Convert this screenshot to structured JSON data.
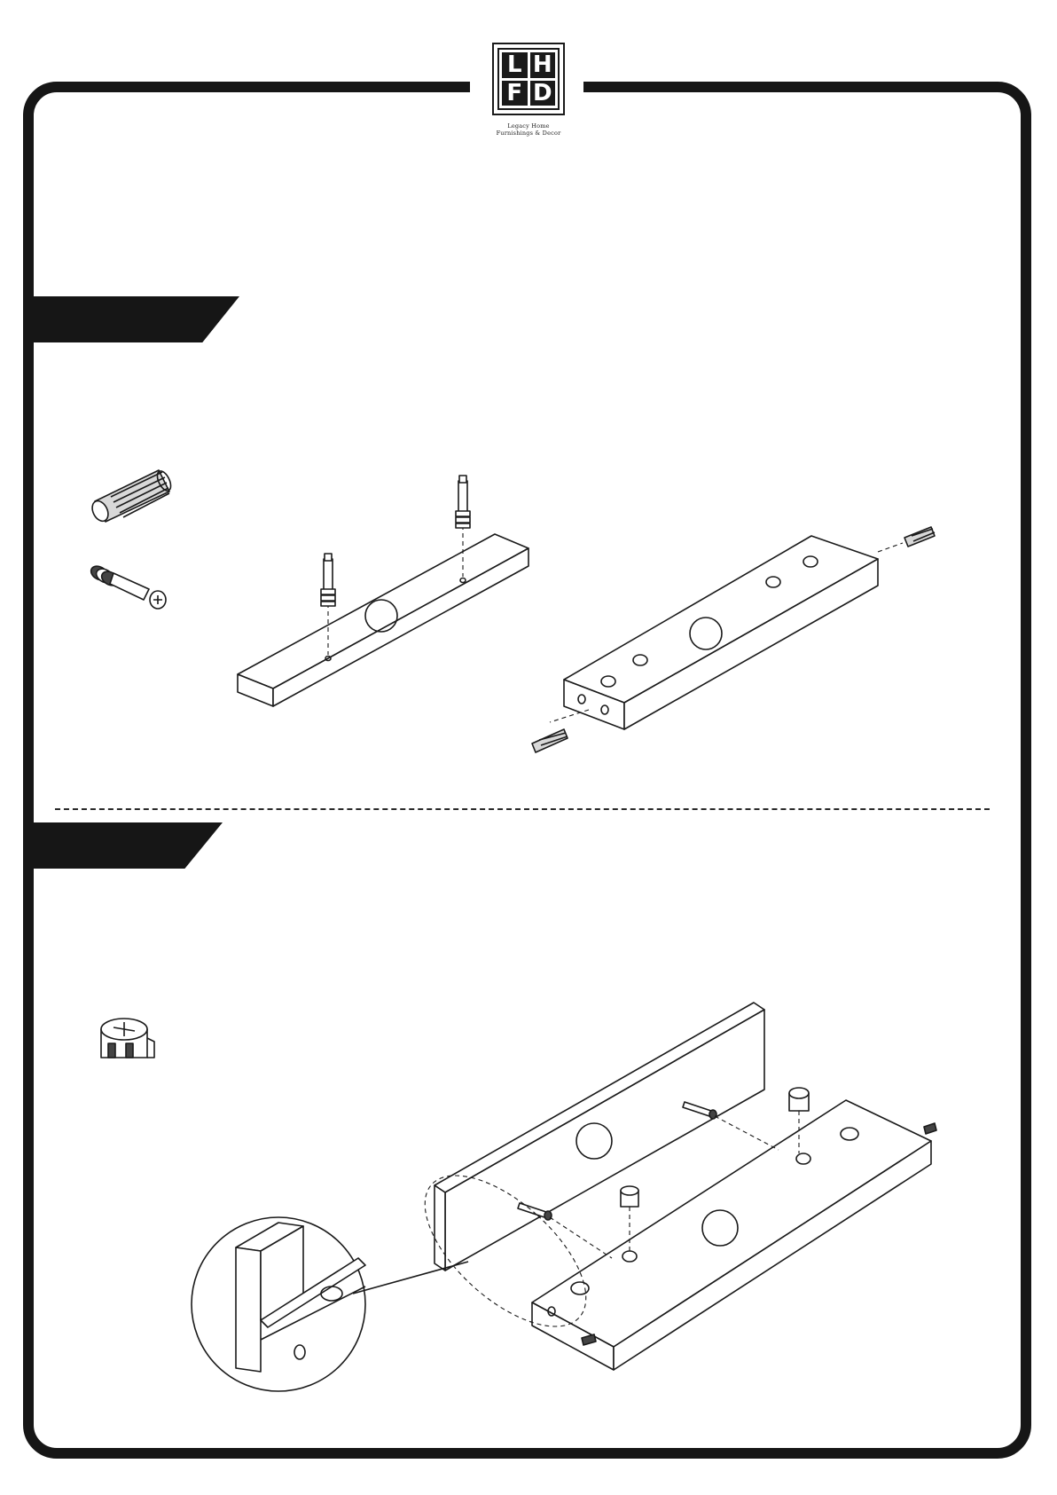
{
  "logo": {
    "letters": [
      "L",
      "H",
      "F",
      "D"
    ],
    "caption_line1": "Legacy Home",
    "caption_line2": "Furnishings & Decor"
  },
  "steps": [
    {
      "hardware_icons": [
        "wood-dowel-icon",
        "cam-bolt-icon"
      ],
      "diagrams": [
        "panel-with-cam-bolts",
        "panel-with-dowels"
      ]
    },
    {
      "hardware_icons": [
        "cam-lock-nut-icon"
      ],
      "diagrams": [
        "panel-joining-assembly",
        "corner-detail-zoom"
      ]
    }
  ],
  "colors": {
    "ink": "#161616",
    "paper": "#ffffff"
  }
}
